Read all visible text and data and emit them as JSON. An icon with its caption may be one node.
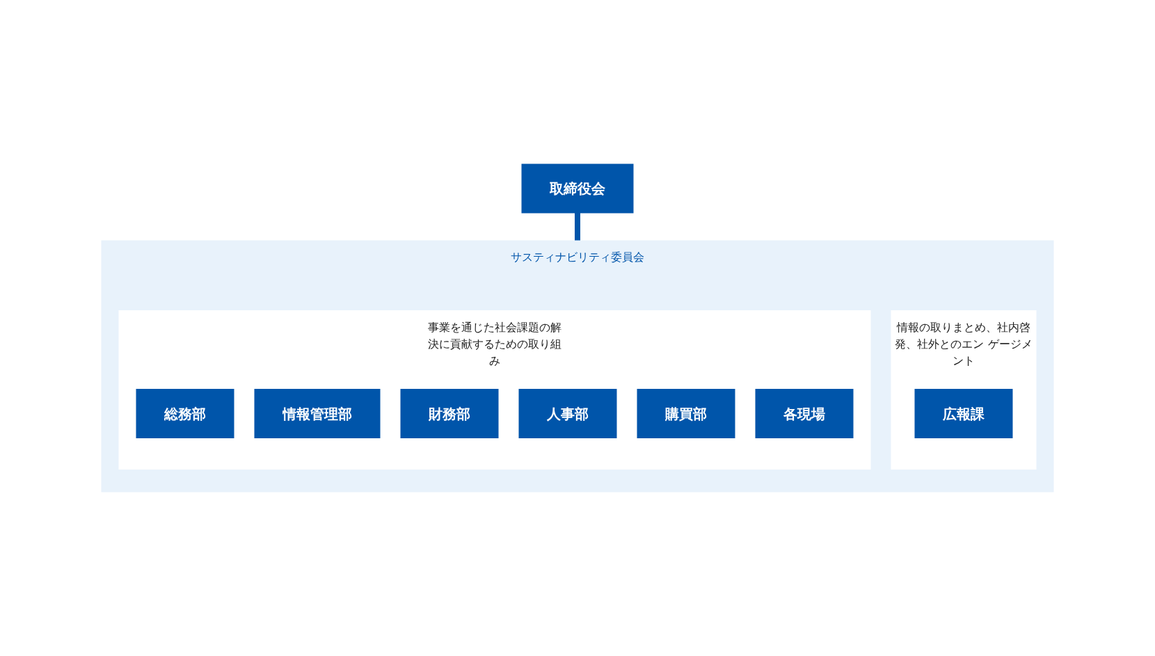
{
  "diagram": {
    "nodes": [
      {
        "text": [
          "取締役会"
        ]
      },
      {
        "text": [
          "サスティナビリティ委員会"
        ]
      },
      {
        "text": [
          "情報の取りまとめ、社内啓発、社外とのエン ゲージメント"
        ],
        "in": 1
      },
      {
        "text": [
          "広報課"
        ],
        "in": 2
      },
      {
        "text": [
          "事業を通じた社会課題の解決に貢献するための取り組み"
        ],
        "in": 1
      },
      {
        "text": [
          "総務部"
        ],
        "in": 4
      },
      {
        "text": [
          "情報管理部"
        ],
        "in": 4
      },
      {
        "text": [
          "財務部"
        ],
        "in": 4
      },
      {
        "text": [
          "人事部"
        ],
        "in": 4
      },
      {
        "text": [
          "購買部"
        ],
        "in": 4
      },
      {
        "text": [
          "各現場"
        ],
        "in": 4
      }
    ],
    "edges": [
      {
        "from": 0,
        "to": 1,
        "arrow": "none"
      }
    ]
  }
}
